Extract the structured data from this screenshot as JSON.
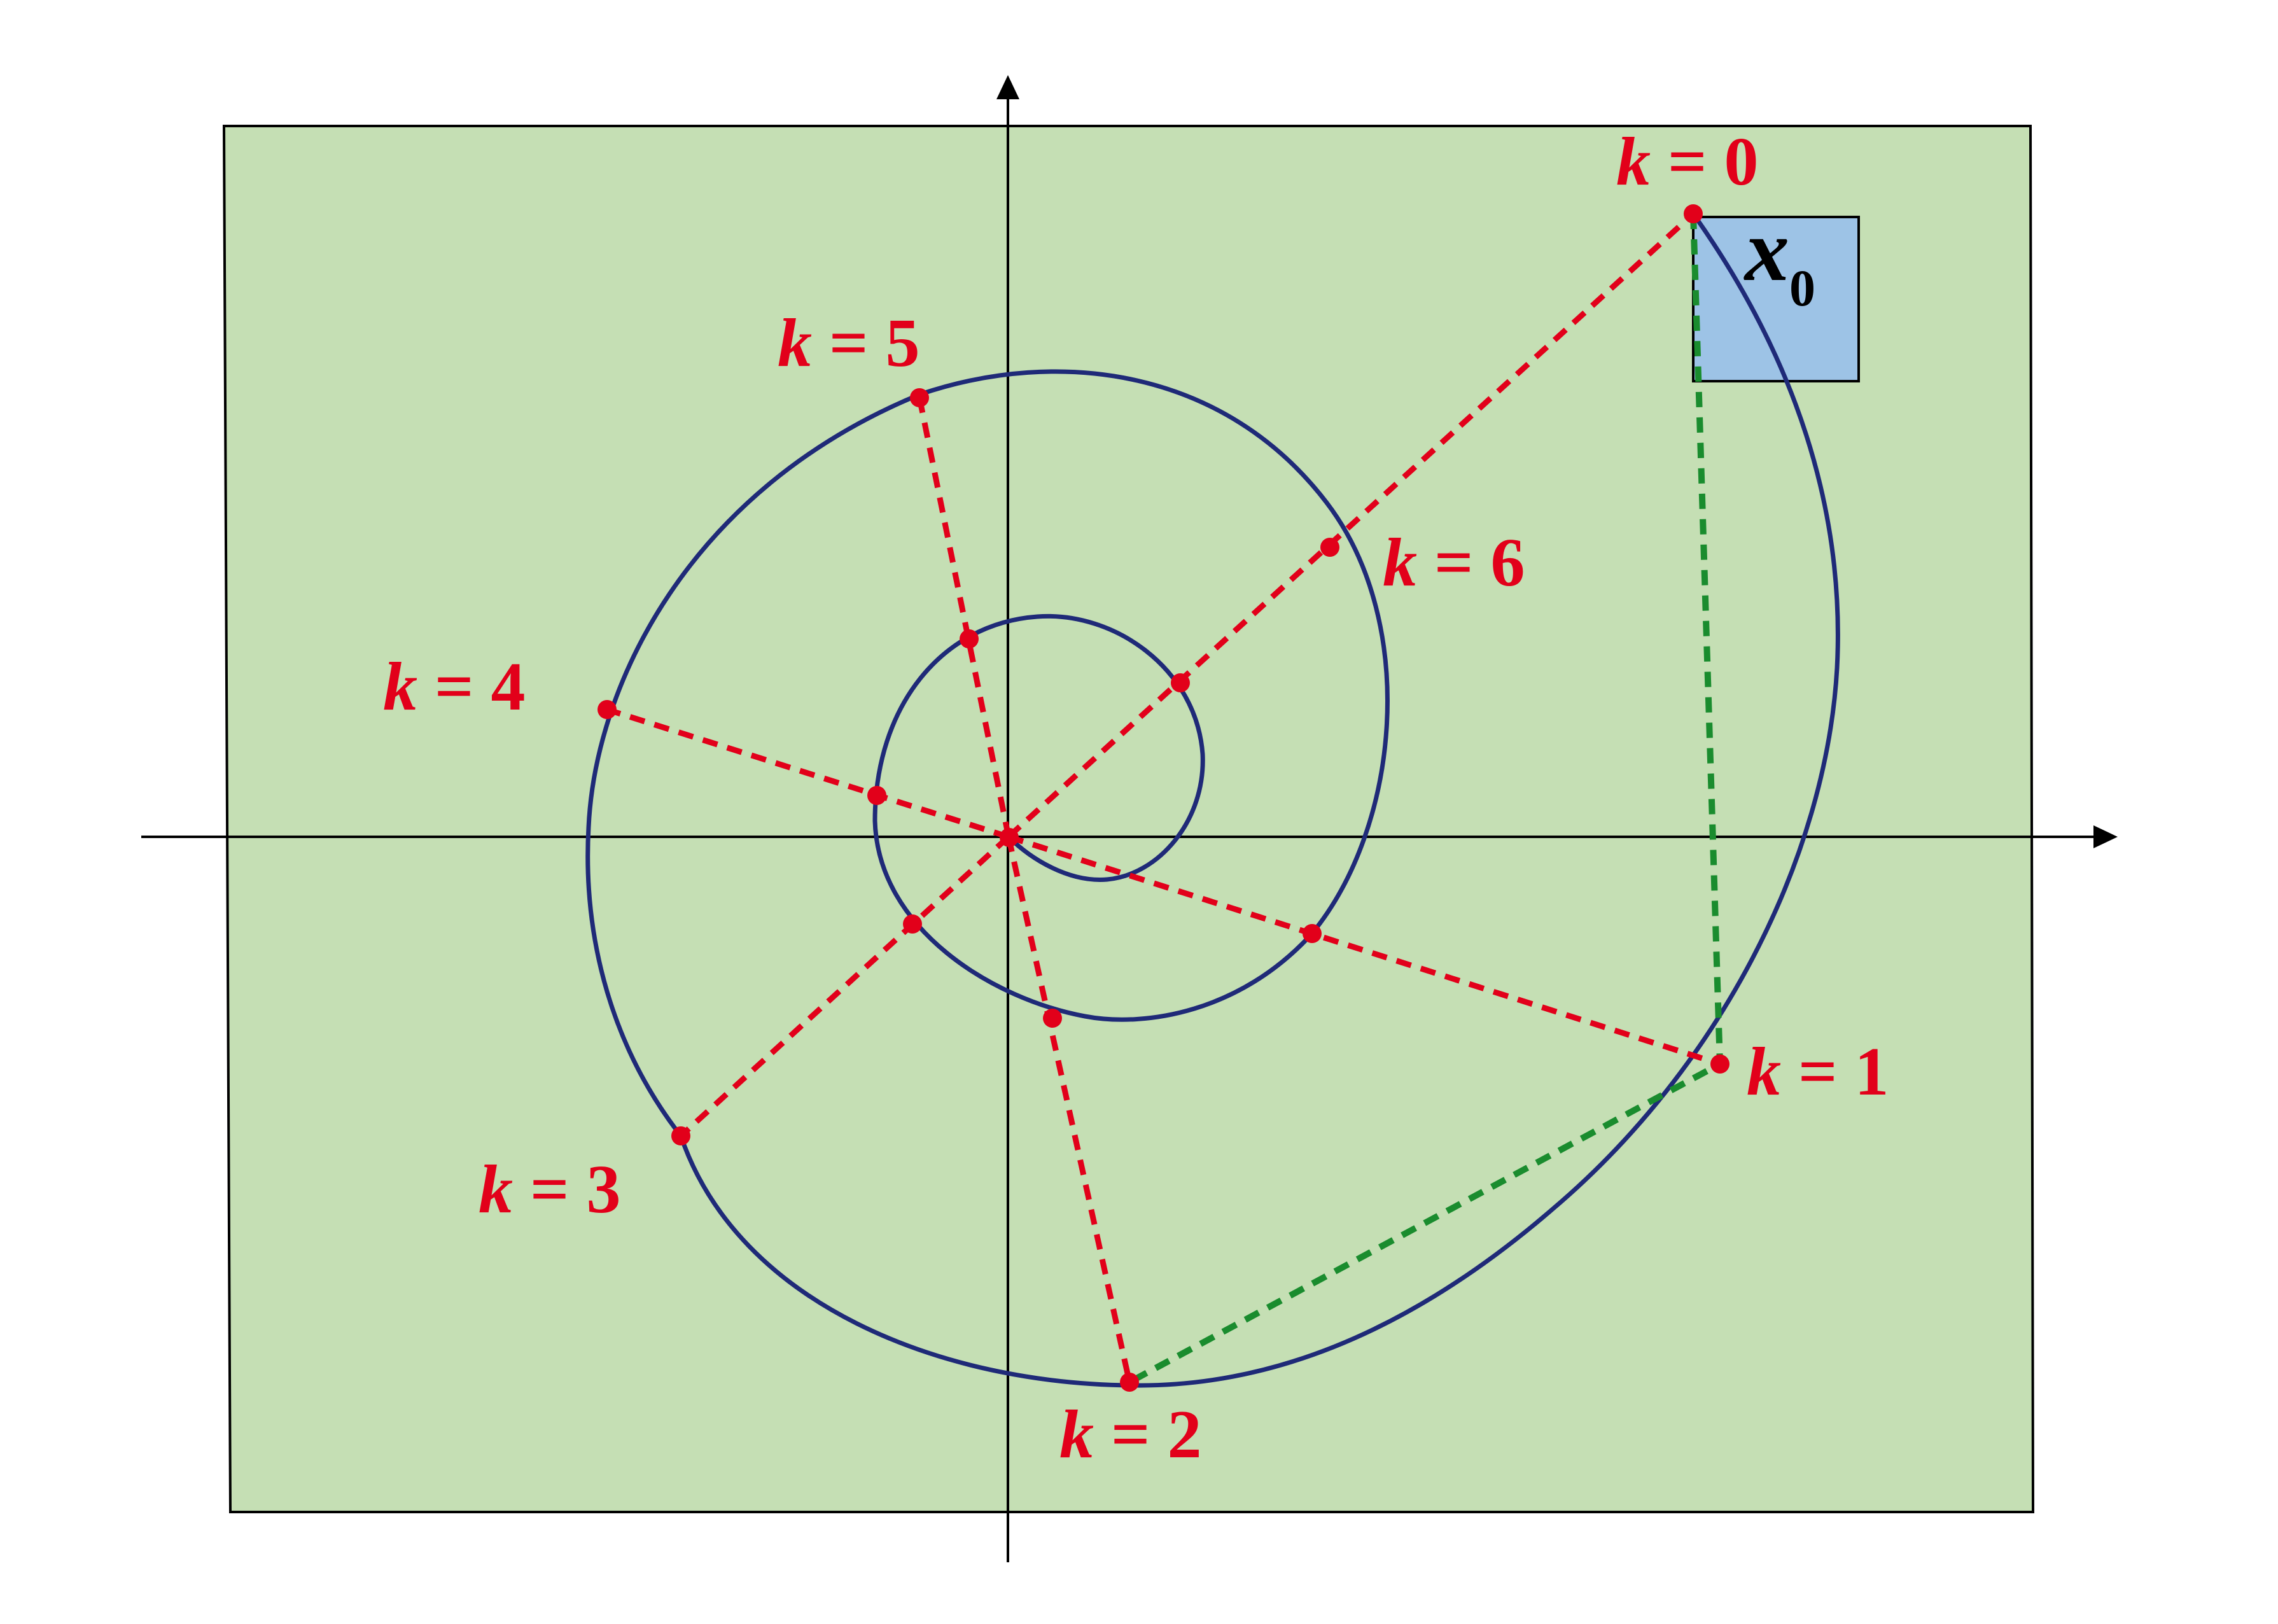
{
  "colors": {
    "region_fill": "#c5dfb4",
    "box_fill": "#9dc3e6",
    "curve": "#1f2a78",
    "points": "#e2001a",
    "red_lines": "#e2001a",
    "green_lines": "#1a8c2e",
    "axes": "#000000",
    "label_text": "#e2001a",
    "x0_text": "#000000"
  },
  "labels": {
    "k0": {
      "var": "k",
      "rest": " = 0"
    },
    "k1": {
      "var": "k",
      "rest": " = 1"
    },
    "k2": {
      "var": "k",
      "rest": " = 2"
    },
    "k3": {
      "var": "k",
      "rest": " = 3"
    },
    "k4": {
      "var": "k",
      "rest": " = 4"
    },
    "k5": {
      "var": "k",
      "rest": " = 5"
    },
    "k6": {
      "var": "k",
      "rest": " = 6"
    }
  },
  "initial_set": {
    "symbol": "x",
    "subscript": "0"
  }
}
